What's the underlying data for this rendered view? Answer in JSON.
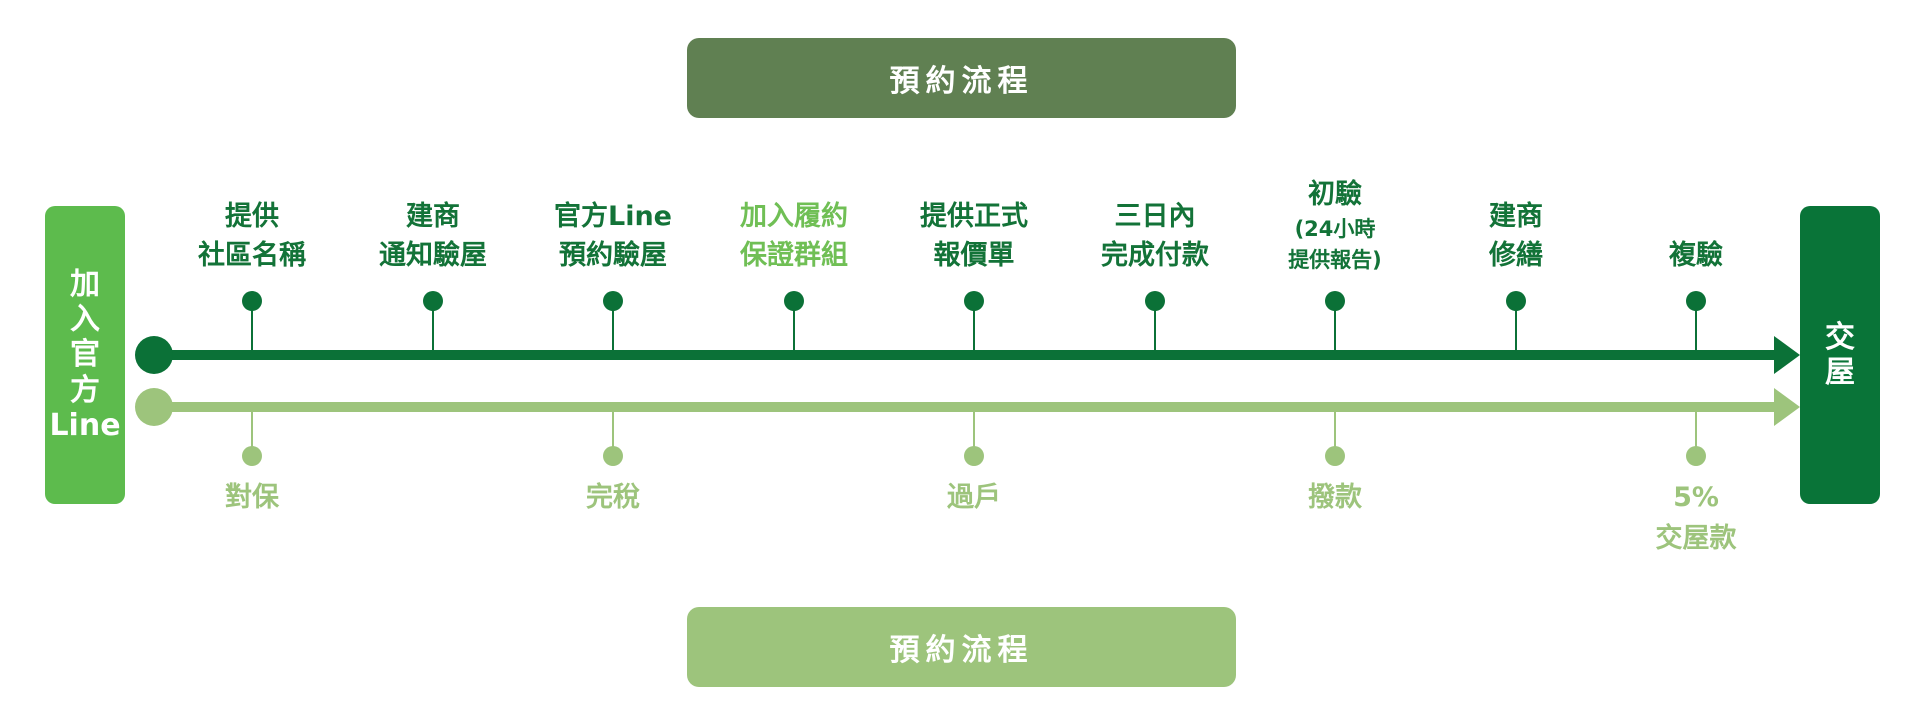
{
  "banner_top": "預約流程",
  "banner_bottom": "預約流程",
  "left_box": [
    "加",
    "入",
    "官",
    "方",
    "Line"
  ],
  "right_box": [
    "交",
    "屋"
  ],
  "top_steps": [
    {
      "lines": [
        "提供",
        "社區名稱"
      ],
      "highlight": false
    },
    {
      "lines": [
        "建商",
        "通知驗屋"
      ],
      "highlight": false
    },
    {
      "lines": [
        "官方Line",
        "預約驗屋"
      ],
      "highlight": false
    },
    {
      "lines": [
        "加入履約",
        "保證群組"
      ],
      "highlight": true
    },
    {
      "lines": [
        "提供正式",
        "報價單"
      ],
      "highlight": false
    },
    {
      "lines": [
        "三日內",
        "完成付款"
      ],
      "highlight": false
    },
    {
      "lines": [
        "初驗",
        "(24小時",
        "提供報告)"
      ],
      "highlight": false
    },
    {
      "lines": [
        "建商",
        "修繕"
      ],
      "highlight": false
    },
    {
      "lines": [
        "複驗"
      ],
      "highlight": false
    }
  ],
  "bottom_steps": [
    {
      "lines": [
        "對保"
      ],
      "position_index": 0
    },
    {
      "lines": [
        "完稅"
      ],
      "position_index": 2
    },
    {
      "lines": [
        "過戶"
      ],
      "position_index": 4
    },
    {
      "lines": [
        "撥款"
      ],
      "position_index": 6
    },
    {
      "lines": [
        "5%",
        "交屋款"
      ],
      "position_index": 8
    }
  ],
  "colors": {
    "dark_green": "#0b7137",
    "light_green": "#9dc47c",
    "bright_green": "#5dbb4d",
    "banner_top": "#608052"
  }
}
